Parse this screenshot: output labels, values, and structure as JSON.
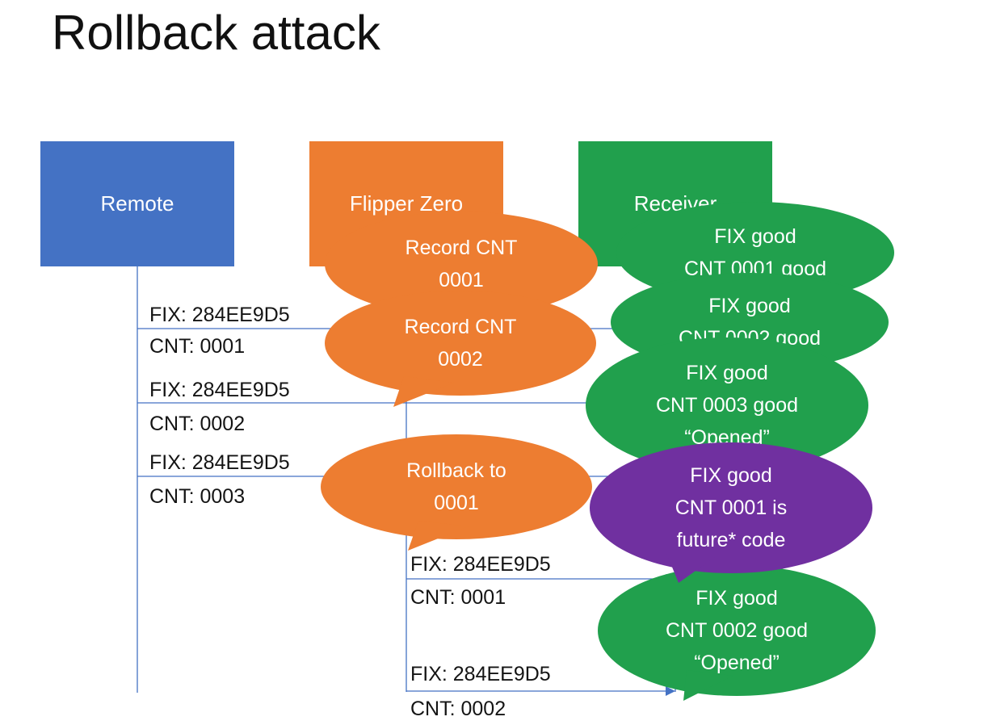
{
  "title": "Rollback attack",
  "colors": {
    "blue": "#4472C4",
    "orange": "#ED7D31",
    "green": "#21A04D",
    "purple": "#7030A0",
    "line": "#4472C4"
  },
  "actors": [
    {
      "id": "remote",
      "label": "Remote"
    },
    {
      "id": "flipper",
      "label": "Flipper Zero"
    },
    {
      "id": "receiver",
      "label": "Receiver"
    }
  ],
  "messages": [
    {
      "fix": "FIX: 284EE9D5",
      "cnt": "CNT: 0001",
      "from": "Remote",
      "to": "Receiver"
    },
    {
      "fix": "FIX: 284EE9D5",
      "cnt": "CNT: 0002",
      "from": "Remote",
      "to": "Receiver"
    },
    {
      "fix": "FIX: 284EE9D5",
      "cnt": "CNT: 0003",
      "from": "Remote",
      "to": "Receiver"
    },
    {
      "fix": "FIX: 284EE9D5",
      "cnt": "CNT: 0001",
      "from": "Flipper Zero",
      "to": "Receiver"
    },
    {
      "fix": "FIX: 284EE9D5",
      "cnt": "CNT: 0002",
      "from": "Flipper Zero",
      "to": "Receiver"
    }
  ],
  "bubbles": [
    {
      "id": "record-cnt-0001",
      "color": "orange",
      "lines": [
        "Record CNT",
        "0001"
      ]
    },
    {
      "id": "receiver-cnt-0001-good",
      "color": "green",
      "lines": [
        "FIX good",
        "CNT 0001 good"
      ]
    },
    {
      "id": "record-cnt-0002",
      "color": "orange",
      "lines": [
        "Record CNT",
        "0002"
      ]
    },
    {
      "id": "receiver-cnt-0002-good",
      "color": "green",
      "lines": [
        "FIX good",
        "CNT 0002 good"
      ]
    },
    {
      "id": "receiver-cnt-0003-opened",
      "color": "green",
      "lines": [
        "FIX good",
        "CNT 0003 good",
        "“Opened”"
      ]
    },
    {
      "id": "rollback-to-0001",
      "color": "orange",
      "lines": [
        "Rollback to",
        "0001"
      ]
    },
    {
      "id": "receiver-cnt-0002-opened",
      "color": "green",
      "lines": [
        "FIX good",
        "CNT 0002 good",
        "“Opened”"
      ]
    },
    {
      "id": "receiver-cnt-0001-future",
      "color": "purple",
      "lines": [
        "FIX good",
        "CNT 0001 is",
        "future* code"
      ]
    }
  ]
}
